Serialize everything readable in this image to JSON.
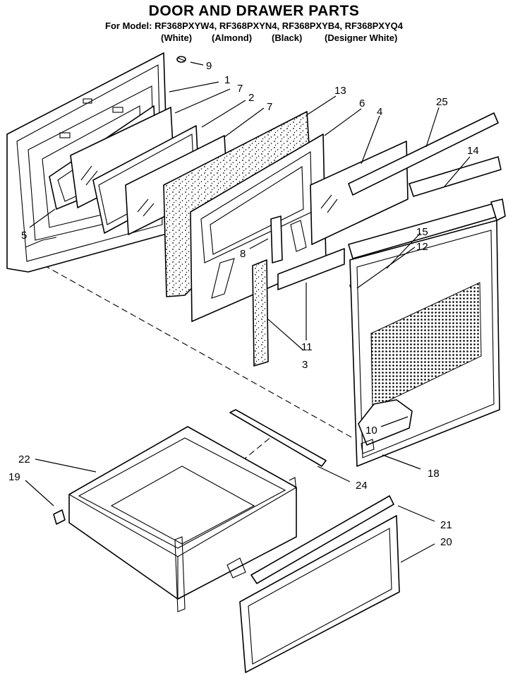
{
  "header": {
    "title": "DOOR AND DRAWER PARTS",
    "models_line": "For Model: RF368PXYW4, RF368PXYN4, RF368PXYB4, RF368PXYQ4",
    "colors": [
      "(White)",
      "(Almond)",
      "(Black)",
      "(Designer White)"
    ]
  },
  "callouts": {
    "c1": "1",
    "c2": "2",
    "c3": "3",
    "c4": "4",
    "c5": "5",
    "c6": "6",
    "c7a": "7",
    "c7b": "7",
    "c8": "8",
    "c9": "9",
    "c10": "10",
    "c11": "11",
    "c12": "12",
    "c13": "13",
    "c14": "14",
    "c15": "15",
    "c18": "18",
    "c19": "19",
    "c20": "20",
    "c21": "21",
    "c22": "22",
    "c24": "24",
    "c25": "25"
  }
}
